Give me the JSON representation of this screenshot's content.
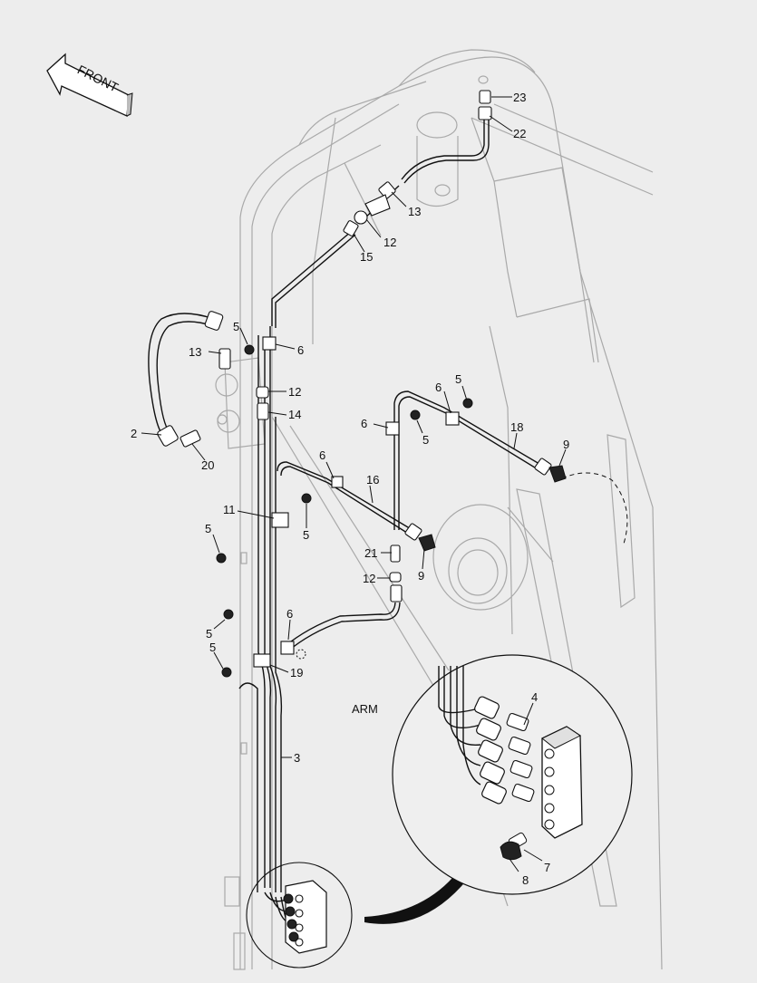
{
  "direction_label": "FRONT",
  "component_label": "ARM",
  "callouts": [
    {
      "id": "c23",
      "text": "23"
    },
    {
      "id": "c22",
      "text": "22"
    },
    {
      "id": "c13a",
      "text": "13"
    },
    {
      "id": "c12a",
      "text": "12"
    },
    {
      "id": "c15",
      "text": "15"
    },
    {
      "id": "c5a",
      "text": "5"
    },
    {
      "id": "c6a",
      "text": "6"
    },
    {
      "id": "c13b",
      "text": "13"
    },
    {
      "id": "c12b",
      "text": "12"
    },
    {
      "id": "c14",
      "text": "14"
    },
    {
      "id": "c2",
      "text": "2"
    },
    {
      "id": "c20",
      "text": "20"
    },
    {
      "id": "c6b",
      "text": "6"
    },
    {
      "id": "c5b",
      "text": "5"
    },
    {
      "id": "c6c",
      "text": "6"
    },
    {
      "id": "c5c",
      "text": "5"
    },
    {
      "id": "c18",
      "text": "18"
    },
    {
      "id": "c9a",
      "text": "9"
    },
    {
      "id": "c6d",
      "text": "6"
    },
    {
      "id": "c16",
      "text": "16"
    },
    {
      "id": "c11",
      "text": "11"
    },
    {
      "id": "c5d",
      "text": "5"
    },
    {
      "id": "c5e",
      "text": "5"
    },
    {
      "id": "c21",
      "text": "21"
    },
    {
      "id": "c12c",
      "text": "12"
    },
    {
      "id": "c9b",
      "text": "9"
    },
    {
      "id": "c6e",
      "text": "6"
    },
    {
      "id": "c5f",
      "text": "5"
    },
    {
      "id": "c5g",
      "text": "5"
    },
    {
      "id": "c19",
      "text": "19"
    },
    {
      "id": "c3",
      "text": "3"
    },
    {
      "id": "c4",
      "text": "4"
    },
    {
      "id": "c7",
      "text": "7"
    },
    {
      "id": "c8",
      "text": "8"
    }
  ]
}
